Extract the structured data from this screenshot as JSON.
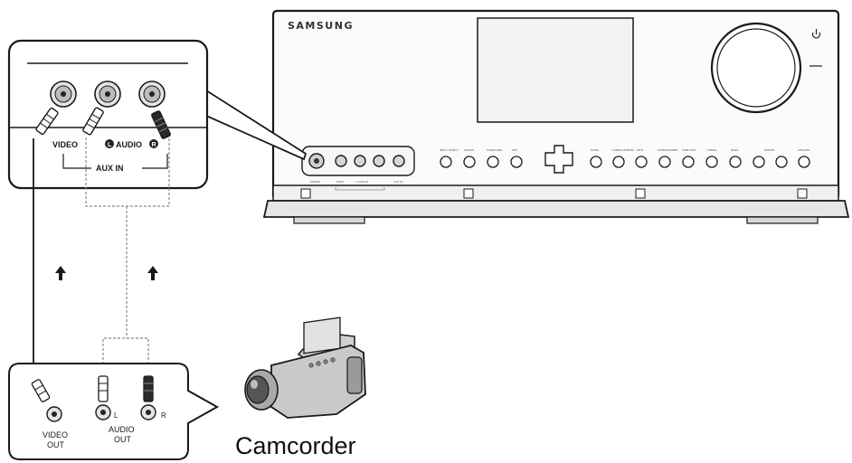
{
  "receiver": {
    "brand": "SAMSUNG",
    "front_labels": [
      "POWER",
      "VIDEO",
      "L  AUDIO  R",
      "AUX IN"
    ],
    "button_labels": [
      "INPUT SELECT",
      "DSP/EQ",
      "SURROUND",
      "SPK",
      "MODE",
      "TUNER MEMORY",
      "INFO",
      "SLEEP/DIMMER",
      "TAPE MON",
      "TUNING",
      "BAND",
      "PRESET",
      "",
      "SPEAKER"
    ]
  },
  "aux_callout": {
    "video_label": "VIDEO",
    "audio_left_mark": "L",
    "audio_label": "AUDIO",
    "audio_right_mark": "R",
    "aux_in_label": "AUX IN"
  },
  "camcorder_callout": {
    "video_out_line1": "VIDEO",
    "video_out_line2": "OUT",
    "audio_l": "L",
    "audio_r": "R",
    "audio_out_line1": "AUDIO",
    "audio_out_line2": "OUT"
  },
  "device_caption": "Camcorder",
  "colors": {
    "line": "#1a1a1a",
    "panel": "#f4f4f4",
    "jack_dark": "#222222"
  }
}
